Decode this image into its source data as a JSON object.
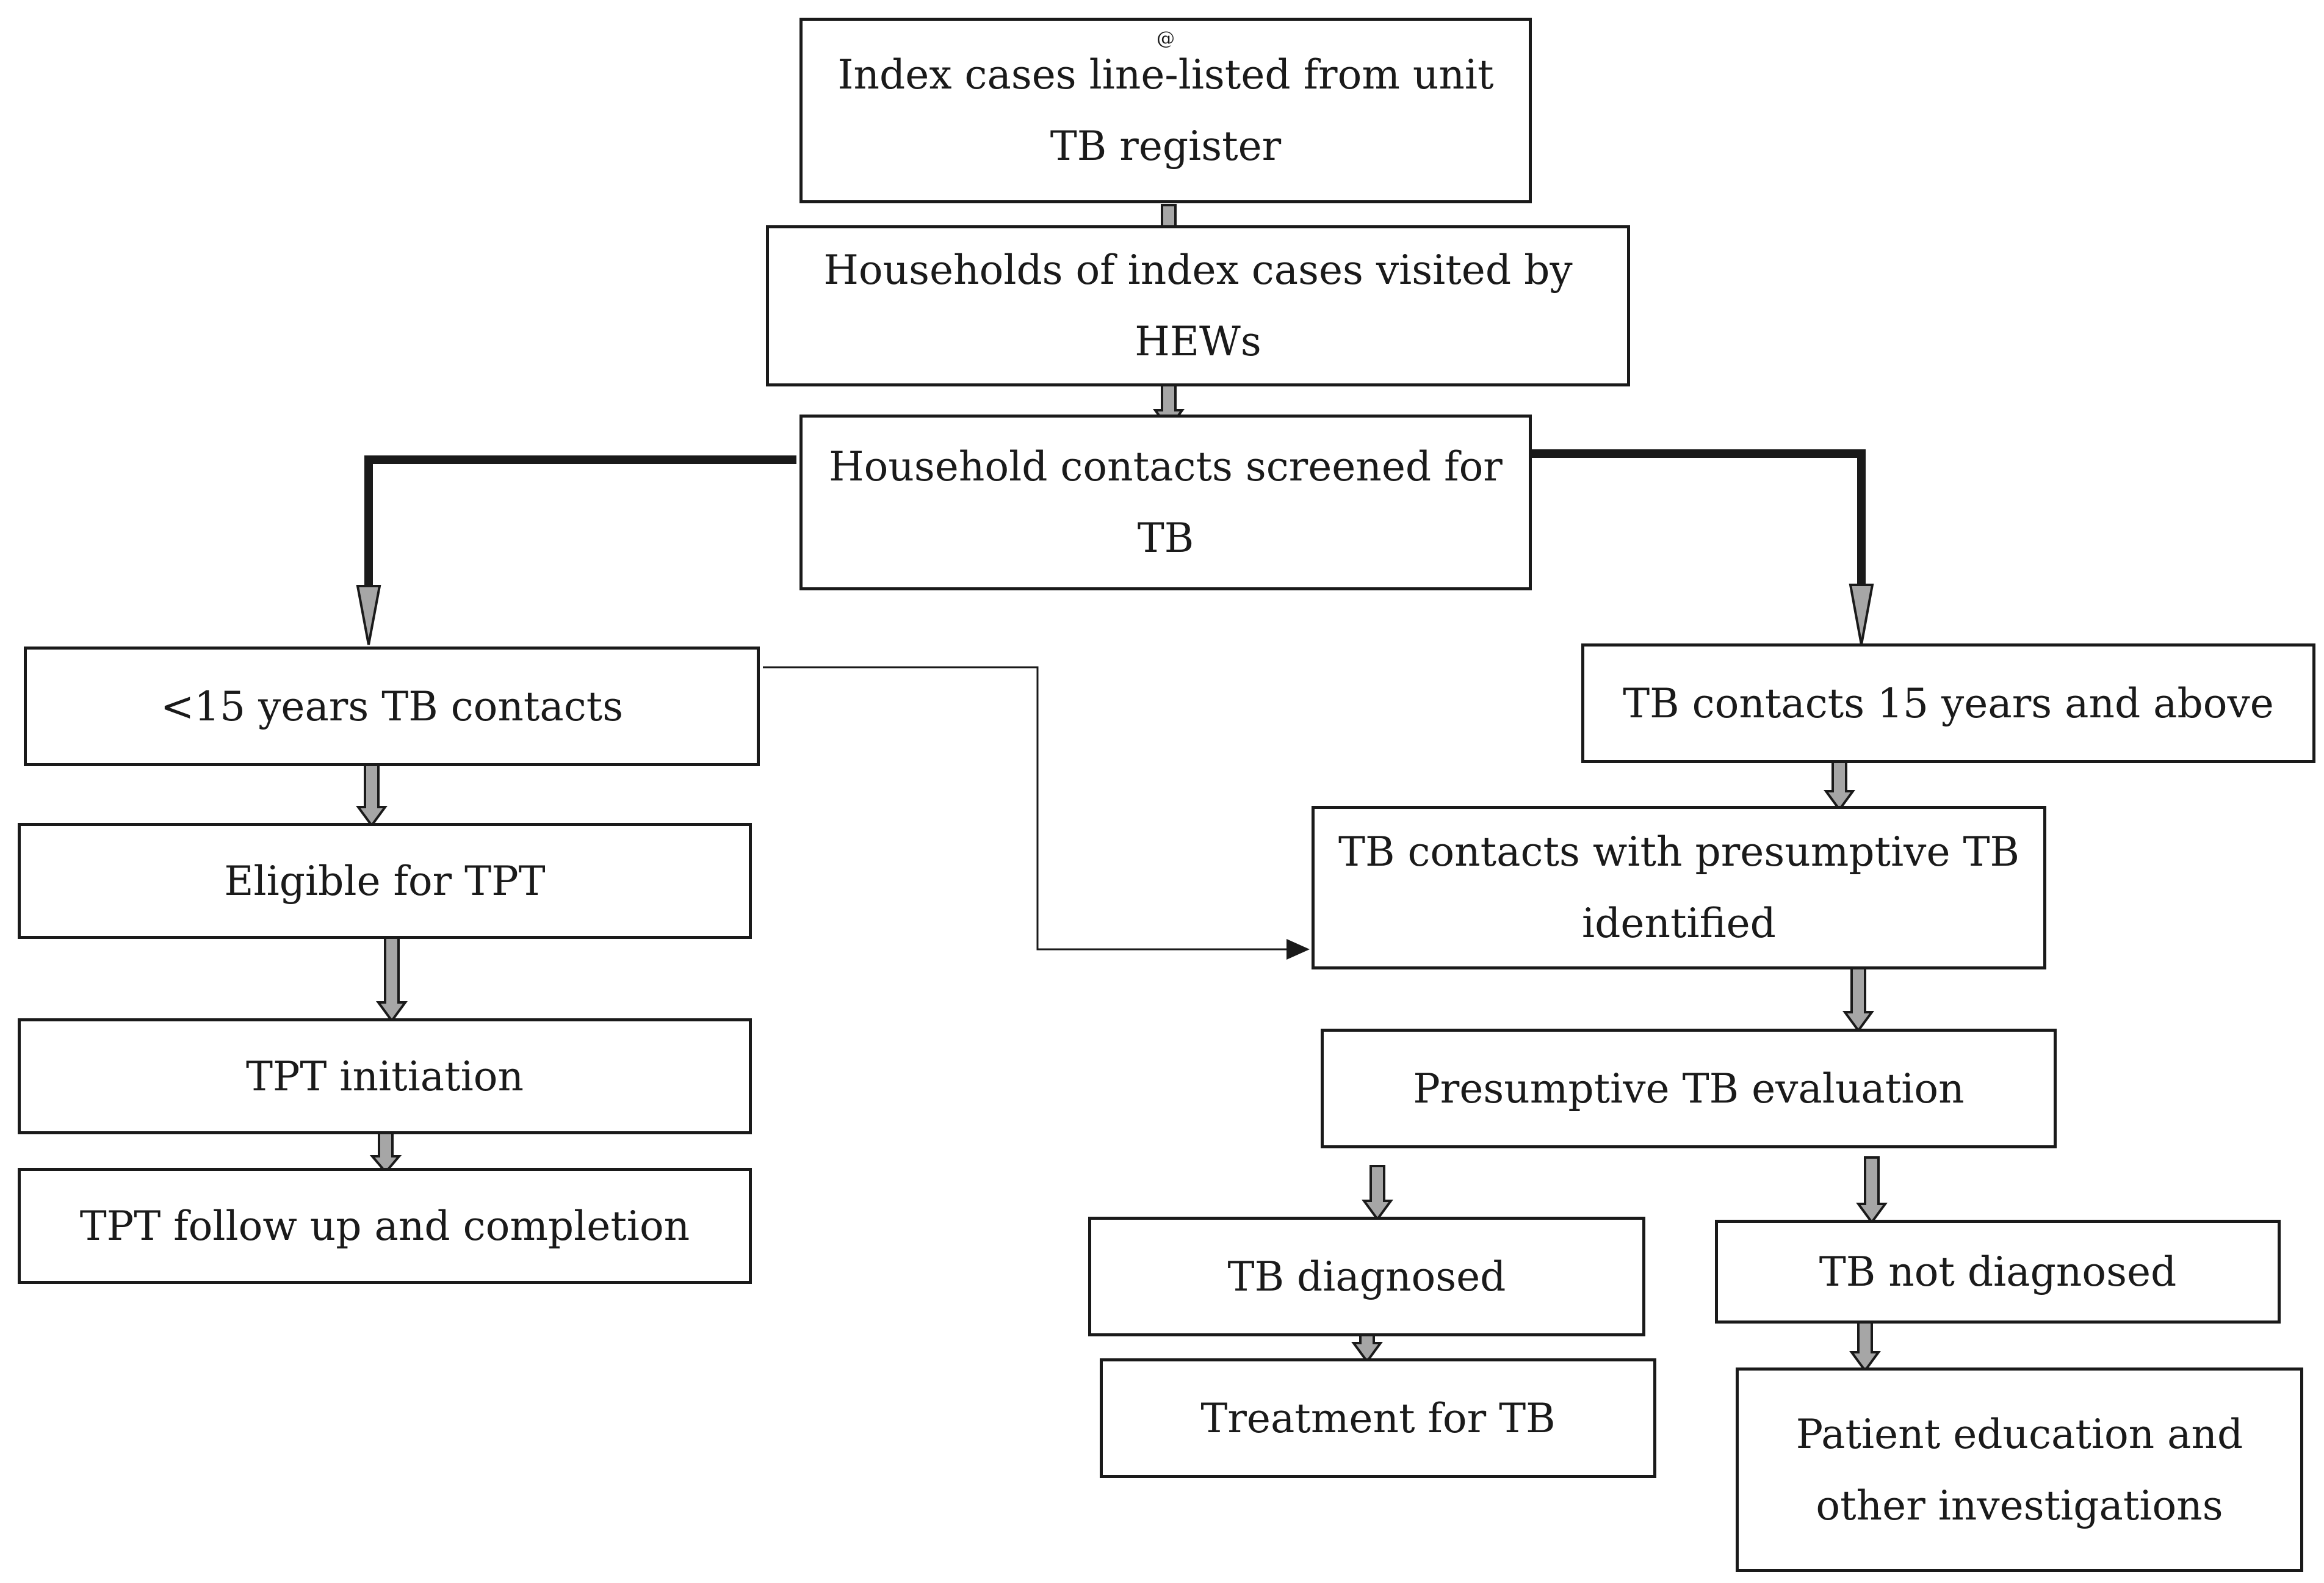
{
  "nodes": {
    "index_cases": {
      "marker": "@",
      "text": "Index cases line-listed from unit TB register"
    },
    "households_visited": {
      "text": "Households of index cases visited by HEWs"
    },
    "contacts_screened": {
      "text": "Household contacts screened for TB"
    },
    "under15": {
      "text": "<15 years TB contacts"
    },
    "eligible_tpt": {
      "text": "Eligible for TPT"
    },
    "tpt_initiation": {
      "text": "TPT initiation"
    },
    "tpt_followup": {
      "text": "TPT follow up and completion"
    },
    "over15": {
      "text": "TB contacts 15 years and above"
    },
    "presumptive_identified": {
      "text": "TB contacts with presumptive TB identified"
    },
    "presumptive_evaluation": {
      "text": "Presumptive TB evaluation"
    },
    "tb_diagnosed": {
      "text": "TB diagnosed"
    },
    "treatment": {
      "text": "Treatment for TB"
    },
    "tb_not_diagnosed": {
      "text": "TB not diagnosed"
    },
    "patient_education": {
      "text": "Patient education and other investigations"
    }
  },
  "edges": [
    {
      "from": "index_cases",
      "to": "households_visited"
    },
    {
      "from": "households_visited",
      "to": "contacts_screened"
    },
    {
      "from": "contacts_screened",
      "to": "under15"
    },
    {
      "from": "contacts_screened",
      "to": "over15"
    },
    {
      "from": "under15",
      "to": "eligible_tpt"
    },
    {
      "from": "eligible_tpt",
      "to": "tpt_initiation"
    },
    {
      "from": "tpt_initiation",
      "to": "tpt_followup"
    },
    {
      "from": "under15",
      "to": "presumptive_identified"
    },
    {
      "from": "over15",
      "to": "presumptive_identified"
    },
    {
      "from": "presumptive_identified",
      "to": "presumptive_evaluation"
    },
    {
      "from": "presumptive_evaluation",
      "to": "tb_diagnosed"
    },
    {
      "from": "presumptive_evaluation",
      "to": "tb_not_diagnosed"
    },
    {
      "from": "tb_diagnosed",
      "to": "treatment"
    },
    {
      "from": "tb_not_diagnosed",
      "to": "patient_education"
    }
  ],
  "colors": {
    "line": "#1a1a1a",
    "arrow_fill": "#a6a6a6",
    "background": "#ffffff"
  }
}
